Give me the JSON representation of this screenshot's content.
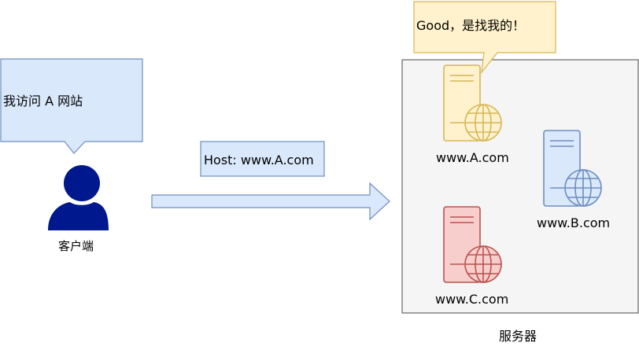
{
  "client": {
    "speech": "我访问 A 网站",
    "label": "客户端"
  },
  "request": {
    "header": "Host: www.A.com"
  },
  "server_group": {
    "label": "服务器",
    "response_speech": "Good，是找我的！",
    "servers": [
      {
        "label": "www.A.com",
        "color": "#ffe599",
        "stroke": "#d6b656"
      },
      {
        "label": "www.B.com",
        "color": "#dae8fc",
        "stroke": "#6c8ebf"
      },
      {
        "label": "www.C.com",
        "color": "#f8cecc",
        "stroke": "#b85450"
      }
    ]
  },
  "colors": {
    "bubble_fill": "#dae8fc",
    "bubble_stroke": "#6c8ebf",
    "yellow_bubble_fill": "#fff2cc",
    "yellow_bubble_stroke": "#d6b656",
    "user_icon": "#00188d",
    "container_fill": "#f5f5f5",
    "container_stroke": "#666666"
  }
}
